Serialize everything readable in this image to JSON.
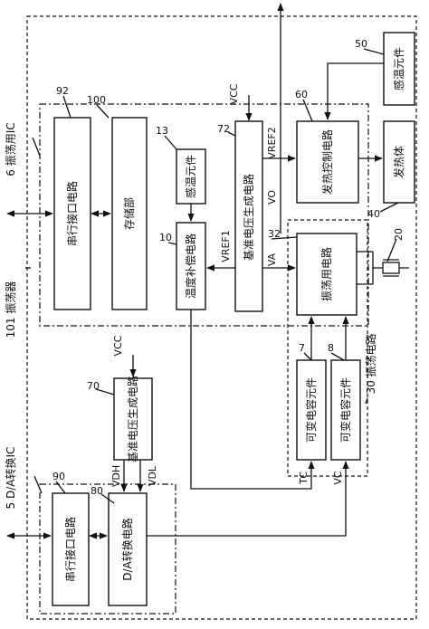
{
  "labels": {
    "ic_osc": "6 振荡用IC",
    "ic_da": "5 D/A转换IC",
    "oscillator": "101 振荡器",
    "osc_circuit": "30 振荡电路"
  },
  "blocks": {
    "serial_if_top": "串行接口电路",
    "storage": "存储部",
    "temp_sensor_13": "感温元件",
    "temp_comp": "温度补偿电路",
    "ref_gen_72": "基准电压生成电路",
    "heat_ctrl": "发热控制电路",
    "heater": "发热体",
    "temp_sensor_50": "感温元件",
    "osc_amp": "振荡用电路",
    "var_cap_7": "可变电容元件",
    "var_cap_8": "可变电容元件",
    "ref_gen_70": "基准电压生成电路",
    "serial_if_bottom": "串行接口电路",
    "da_conv": "D/A转换电路"
  },
  "refs": {
    "n92": "92",
    "n100": "100",
    "n13": "13",
    "n72": "72",
    "n60": "60",
    "n50": "50",
    "n40": "40",
    "n10": "10",
    "n32": "32",
    "n20": "20",
    "n7": "7",
    "n8": "8",
    "n70": "70",
    "n90": "90",
    "n80": "80"
  },
  "signals": {
    "vcc_top": "VCC",
    "vcc_left": "VCC",
    "vref1": "VREF1",
    "vref2": "VREF2",
    "va": "VA",
    "vo": "VO",
    "vdh": "VDH",
    "vdl": "VDL",
    "tc": "TC",
    "vc": "VC"
  }
}
